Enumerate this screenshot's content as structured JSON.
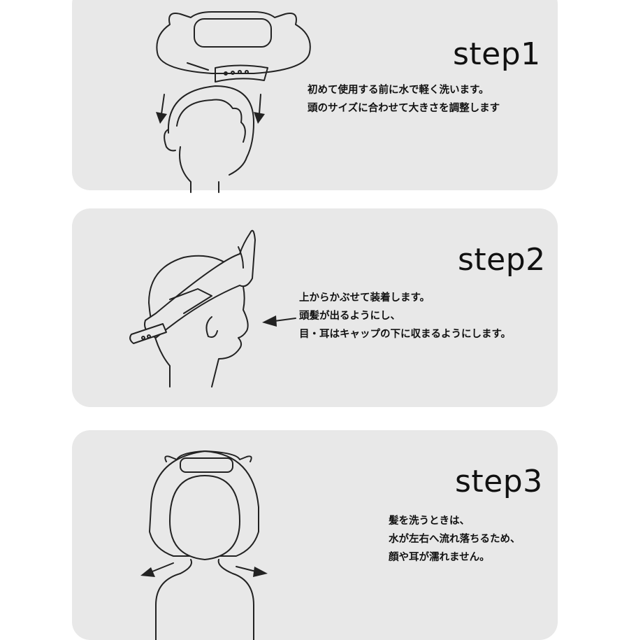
{
  "steps": [
    {
      "title": "step1",
      "lines": [
        "初めて使用する前に水で軽く洗います。",
        "頭のサイズに合わせて大きさを調整します"
      ]
    },
    {
      "title": "step2",
      "lines": [
        "上からかぶせて装着します。",
        "頭髪が出るようにし、",
        "目・耳はキャップの下に収まるようにします。"
      ]
    },
    {
      "title": "step3",
      "lines": [
        "髪を洗うときは、",
        "水が左右へ流れ落ちるため、",
        "顔や耳が濡れません。"
      ]
    }
  ]
}
